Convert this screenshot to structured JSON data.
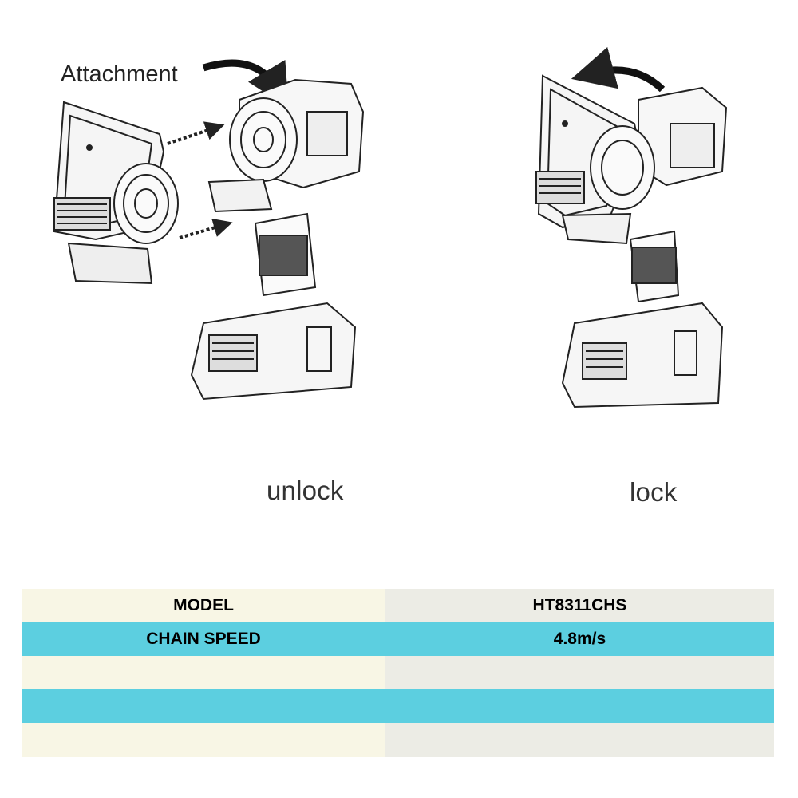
{
  "diagram": {
    "attachment_label": "Attachment",
    "captions": {
      "unlock": "unlock",
      "lock": "lock"
    }
  },
  "spec_table": {
    "rows": [
      {
        "label": "MODEL",
        "value": "HT8311CHS"
      },
      {
        "label": "CHAIN SPEED",
        "value": "4.8m/s"
      },
      {
        "label": "",
        "value": ""
      },
      {
        "label": "",
        "value": ""
      },
      {
        "label": "",
        "value": ""
      }
    ]
  },
  "colors": {
    "row_light_label": "#f8f6e5",
    "row_light_value": "#ecece5",
    "row_blue": "#5ccfe0",
    "line_art": "#222222"
  }
}
